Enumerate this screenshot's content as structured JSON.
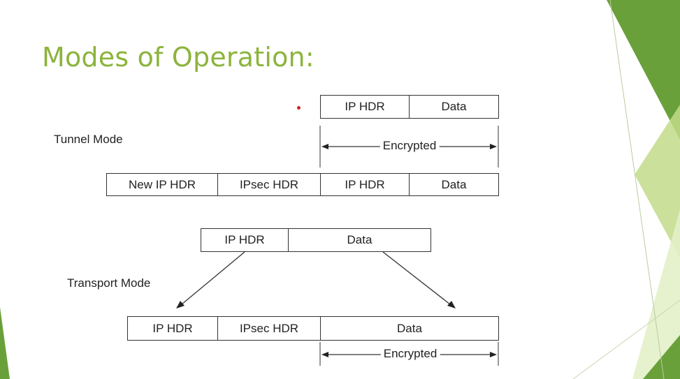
{
  "slide": {
    "title": "Modes of Operation:",
    "colors": {
      "title": "#8cb43c",
      "accent_dark": "#5e8f2a",
      "accent_light": "#c5dd8b"
    }
  },
  "tunnel_mode": {
    "label": "Tunnel Mode",
    "original_packet": [
      "IP HDR",
      "Data"
    ],
    "encrypted_label": "Encrypted",
    "new_packet": [
      "New IP HDR",
      "IPsec HDR",
      "IP HDR",
      "Data"
    ]
  },
  "transport_mode": {
    "label": "Transport Mode",
    "original_packet": [
      "IP HDR",
      "Data"
    ],
    "new_packet": [
      "IP HDR",
      "IPsec HDR",
      "Data"
    ],
    "encrypted_label": "Encrypted"
  }
}
